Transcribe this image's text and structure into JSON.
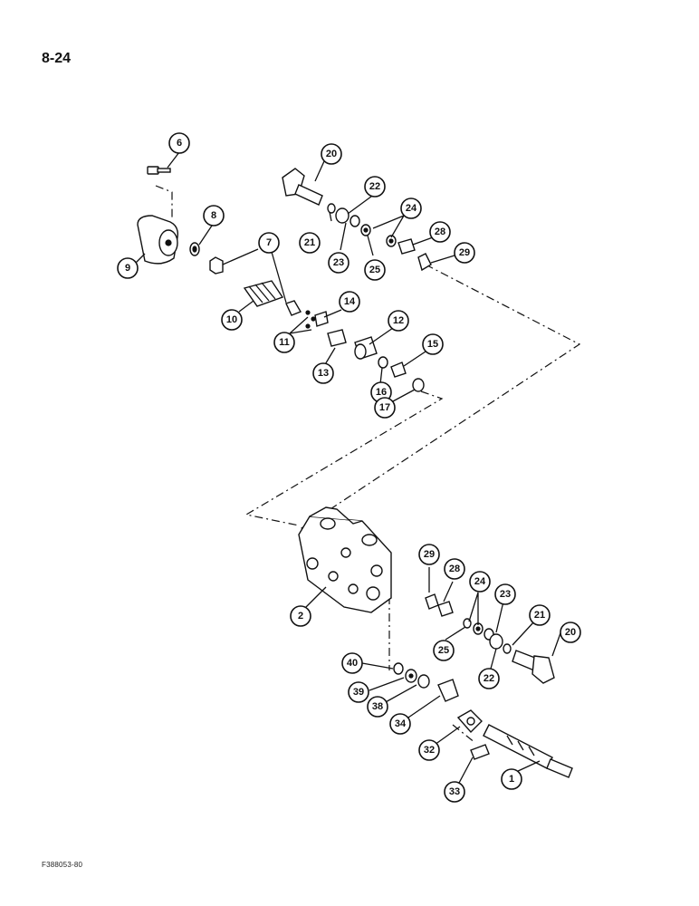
{
  "page": {
    "number": "8-24",
    "figure_code": "F388053-80"
  },
  "callouts": [
    "6",
    "20",
    "22",
    "8",
    "24",
    "7",
    "28",
    "29",
    "21",
    "23",
    "25",
    "9",
    "14",
    "10",
    "12",
    "11",
    "15",
    "13",
    "16",
    "17",
    "29",
    "28",
    "24",
    "23",
    "21",
    "20",
    "2",
    "25",
    "22",
    "40",
    "39",
    "38",
    "34",
    "32",
    "1",
    "33"
  ]
}
